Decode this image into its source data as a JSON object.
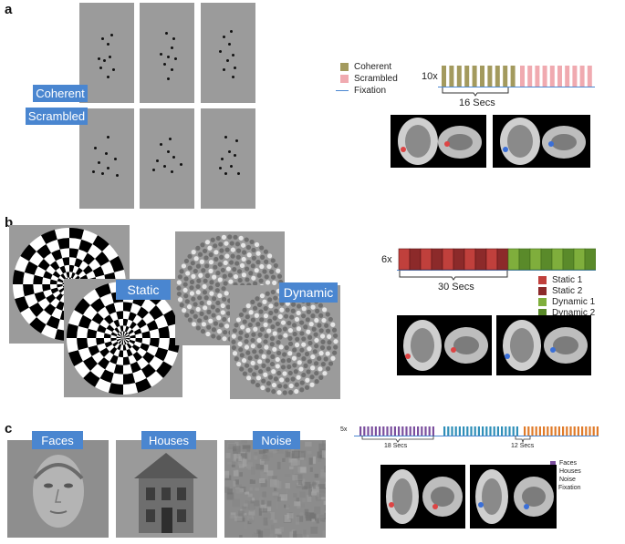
{
  "panels": {
    "a": {
      "label": "a",
      "buttons": {
        "coherent": "Coherent",
        "scrambled": "Scrambled"
      },
      "legend": [
        {
          "label": "Coherent",
          "color": "#a39a5e"
        },
        {
          "label": "Scrambled",
          "color": "#f0aab0"
        },
        {
          "label": "Fixation",
          "color": "#4a86d0"
        }
      ],
      "repeat": "10x",
      "duration": "16 Secs"
    },
    "b": {
      "label": "b",
      "buttons": {
        "static": "Static",
        "dynamic": "Dynamic"
      },
      "legend": [
        {
          "label": "Static 1",
          "color": "#c0403c"
        },
        {
          "label": "Static 2",
          "color": "#8c2a2a"
        },
        {
          "label": "Dynamic 1",
          "color": "#7fae3c"
        },
        {
          "label": "Dynamic 2",
          "color": "#5a8a2a"
        }
      ],
      "repeat": "6x",
      "duration": "30 Secs"
    },
    "c": {
      "label": "c",
      "buttons": {
        "faces": "Faces",
        "houses": "Houses",
        "noise": "Noise"
      },
      "legend": [
        {
          "label": "Faces",
          "color": "#7b4f9e"
        },
        {
          "label": "Houses",
          "color": "#2f8fb8"
        },
        {
          "label": "Noise",
          "color": "#e07b2a"
        },
        {
          "label": "Fixation",
          "color": "#4a86d0"
        }
      ],
      "repeat": "5x",
      "duration1": "18 Secs",
      "duration2": "12 Secs"
    }
  }
}
